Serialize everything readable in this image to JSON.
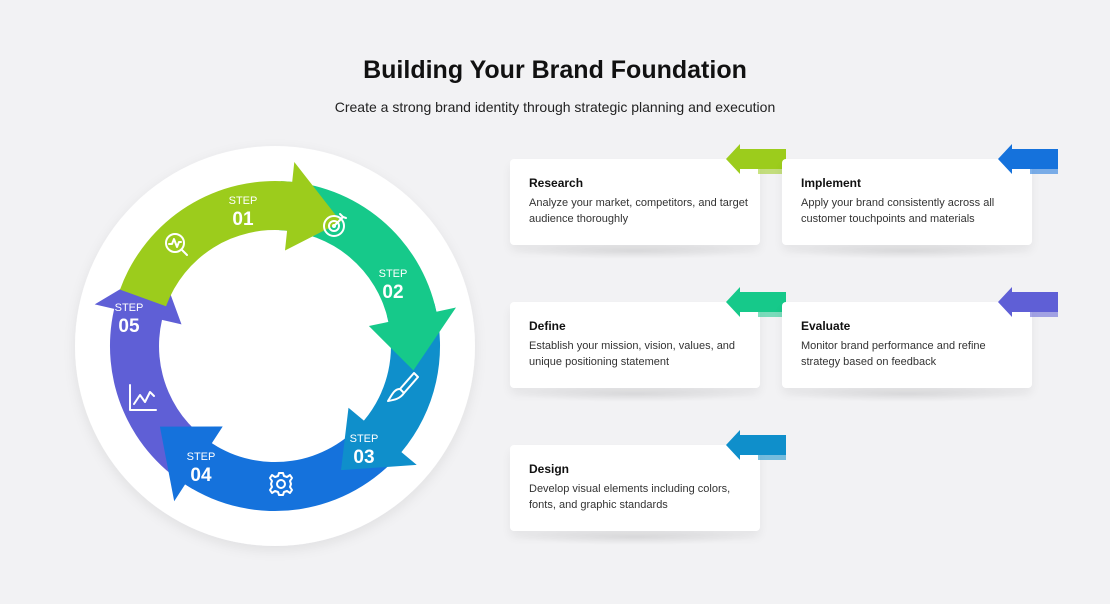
{
  "header": {
    "title": "Building Your Brand Foundation",
    "subtitle": "Create a strong brand identity through strategic planning and execution"
  },
  "steps": [
    {
      "word": "STEP",
      "number": "01",
      "color": "#9ccc1c",
      "icon": "analytics-magnifier-icon"
    },
    {
      "word": "STEP",
      "number": "02",
      "color": "#16c98a",
      "icon": "target-icon"
    },
    {
      "word": "STEP",
      "number": "03",
      "color": "#0f8fcb",
      "icon": "brush-icon"
    },
    {
      "word": "STEP",
      "number": "04",
      "color": "#1572dc",
      "icon": "gear-icon"
    },
    {
      "word": "STEP",
      "number": "05",
      "color": "#5f5fd6",
      "icon": "line-chart-icon"
    }
  ],
  "cards": [
    {
      "title": "Research",
      "desc": "Analyze your market, competitors, and target audience thoroughly",
      "color": "#9ccc1c"
    },
    {
      "title": "Implement",
      "desc": "Apply your brand consistently across all customer touchpoints and materials",
      "color": "#1572dc"
    },
    {
      "title": "Define",
      "desc": "Establish your mission, vision, values, and unique positioning statement",
      "color": "#16c98a"
    },
    {
      "title": "Evaluate",
      "desc": "Monitor brand performance and refine strategy based on feedback",
      "color": "#5f5fd6"
    },
    {
      "title": "Design",
      "desc": "Develop visual elements including colors, fonts, and graphic standards",
      "color": "#0f8fcb"
    }
  ]
}
